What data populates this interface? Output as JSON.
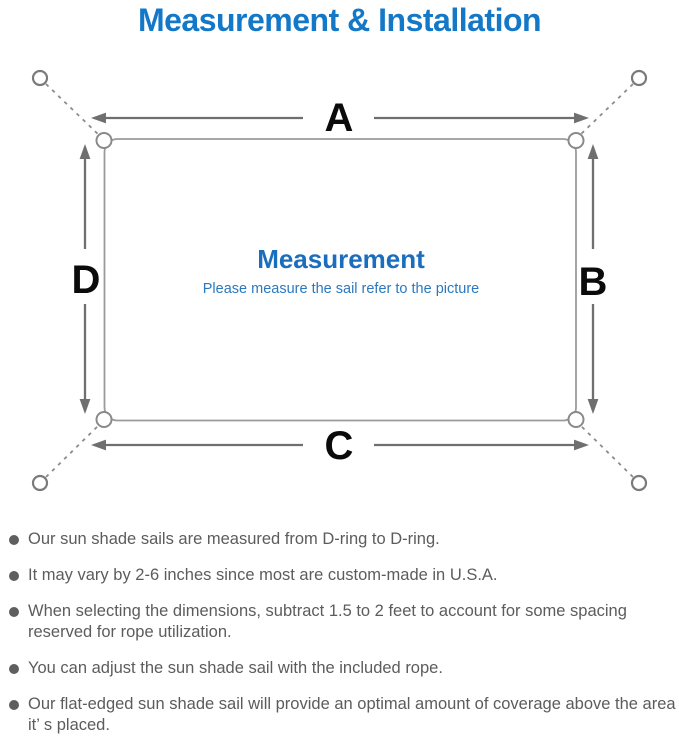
{
  "title": {
    "text": "Measurement & Installation"
  },
  "colors": {
    "title_blue": "#1478c8",
    "diagram_heading_blue": "#1a6ebd",
    "diagram_subheading_blue": "#2a79bf",
    "arrow_gray": "#6f6f6f",
    "outline_gray": "#9b9b9b",
    "note_text_gray": "#5c5c5c",
    "dimension_label_black": "#0b0b0b"
  },
  "diagram": {
    "dimension_labels": {
      "top": "A",
      "right": "B",
      "bottom": "C",
      "left": "D"
    },
    "center": {
      "heading": "Measurement",
      "subheading": "Please measure the sail refer to the picture"
    }
  },
  "notes": {
    "items": [
      {
        "text": "Our sun shade sails are measured from D-ring to D-ring."
      },
      {
        "text": "It may vary by 2-6 inches since most are custom-made in U.S.A."
      },
      {
        "text": "When selecting the dimensions, subtract 1.5 to 2 feet to account for some spacing reserved for rope utilization."
      },
      {
        "text": "You can adjust the sun shade sail with the included rope."
      },
      {
        "text": "Our flat-edged sun shade sail will provide an optimal amount of coverage above the area it’ s placed."
      }
    ]
  }
}
